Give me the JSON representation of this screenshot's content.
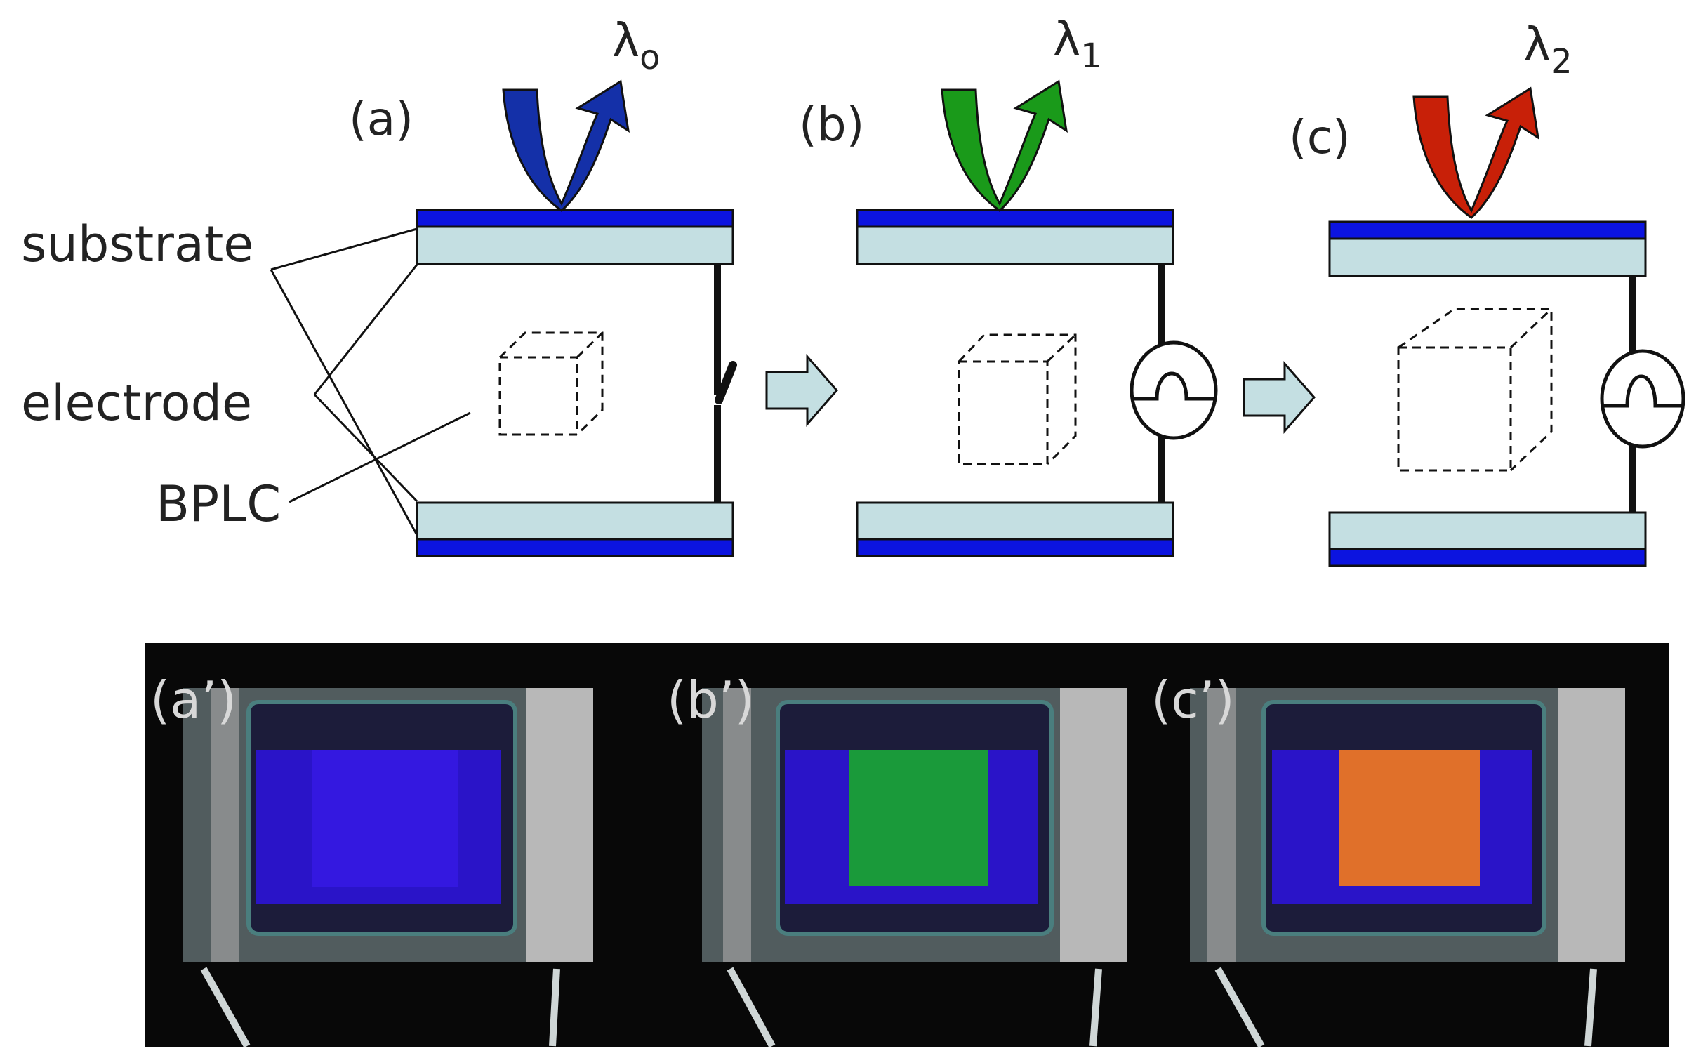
{
  "labels": {
    "substrate": "substrate",
    "electrode": "electrode",
    "bplc": "BPLC"
  },
  "panels": [
    {
      "id": "a",
      "label": "(a)",
      "lambda_base": "λ",
      "lambda_sub": "o",
      "color": "#1430a8",
      "color_light": "#2a55e0"
    },
    {
      "id": "b",
      "label": "(b)",
      "lambda_base": "λ",
      "lambda_sub": "1",
      "color": "#1a9a1a",
      "color_light": "#3fd23f"
    },
    {
      "id": "c",
      "label": "(c)",
      "lambda_base": "λ",
      "lambda_sub": "2",
      "color": "#c82008",
      "color_light": "#ff4a18"
    }
  ],
  "photos": [
    {
      "id": "a-prime",
      "label": "(a’)",
      "center_color": "#3418e0"
    },
    {
      "id": "b-prime",
      "label": "(b’)",
      "center_color": "#1a9a3a"
    },
    {
      "id": "c-prime",
      "label": "(c’)",
      "center_color": "#e0702a"
    }
  ],
  "colors": {
    "substrate": "#c4dfe2",
    "electrode": "#0c14e0",
    "photo_bg": "#080808",
    "photo_blue": "#2a14c8",
    "process_arrow": "#c4dfe2"
  }
}
